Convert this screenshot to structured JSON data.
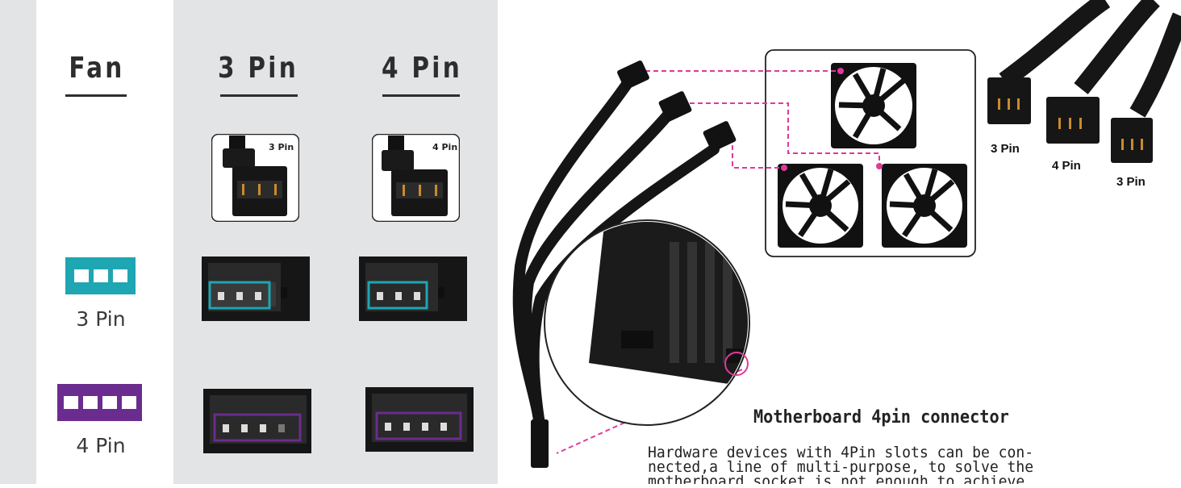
{
  "left": {
    "fan_header": "Fan",
    "pin3_header": "3 Pin",
    "pin4_header": "4 Pin",
    "legend": [
      {
        "label": "3 Pin",
        "color": "#1ea6b2",
        "slots": 3
      },
      {
        "label": "4 Pin",
        "color": "#6a2c8e",
        "slots": 4
      }
    ],
    "connector_tags": {
      "pin3": "3 Pin",
      "pin4": "4 Pin"
    }
  },
  "right": {
    "cable_labels": {
      "left": "3 Pin",
      "middle": "4 Pin",
      "right": "3 Pin"
    },
    "mb_title": "Motherboard 4pin connector",
    "mb_desc": "Hardware devices with 4Pin slots can be con-\nnected,a line of multi-purpose, to solve the\nmotherboard socket is not enough to achieve"
  },
  "colors": {
    "teal": "#1ea6b2",
    "purple": "#6a2c8e",
    "pink_dash": "#e0399a",
    "panel_bg": "#e2e4e5"
  }
}
